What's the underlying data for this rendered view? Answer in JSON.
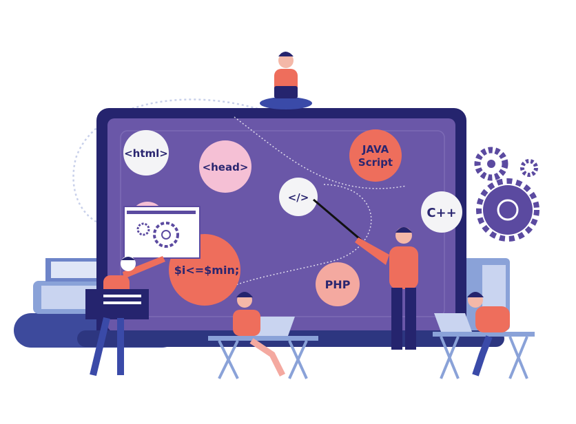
{
  "bubbles": {
    "html": "<html>",
    "head": "<head>",
    "java_line1": "JAVA",
    "java_line2": "Script",
    "tag": "</>",
    "cpp": "C++",
    "php_code": "$i<=$min;",
    "php": "PHP"
  },
  "colors": {
    "screen": "#6a57a8",
    "frame": "#25246e",
    "coral": "#ee6e5c",
    "pink": "#f5c0d5",
    "white": "#f4f4f6",
    "gear": "#5b4aa0",
    "book": "#8aa2d8",
    "navy": "#2d3680"
  }
}
